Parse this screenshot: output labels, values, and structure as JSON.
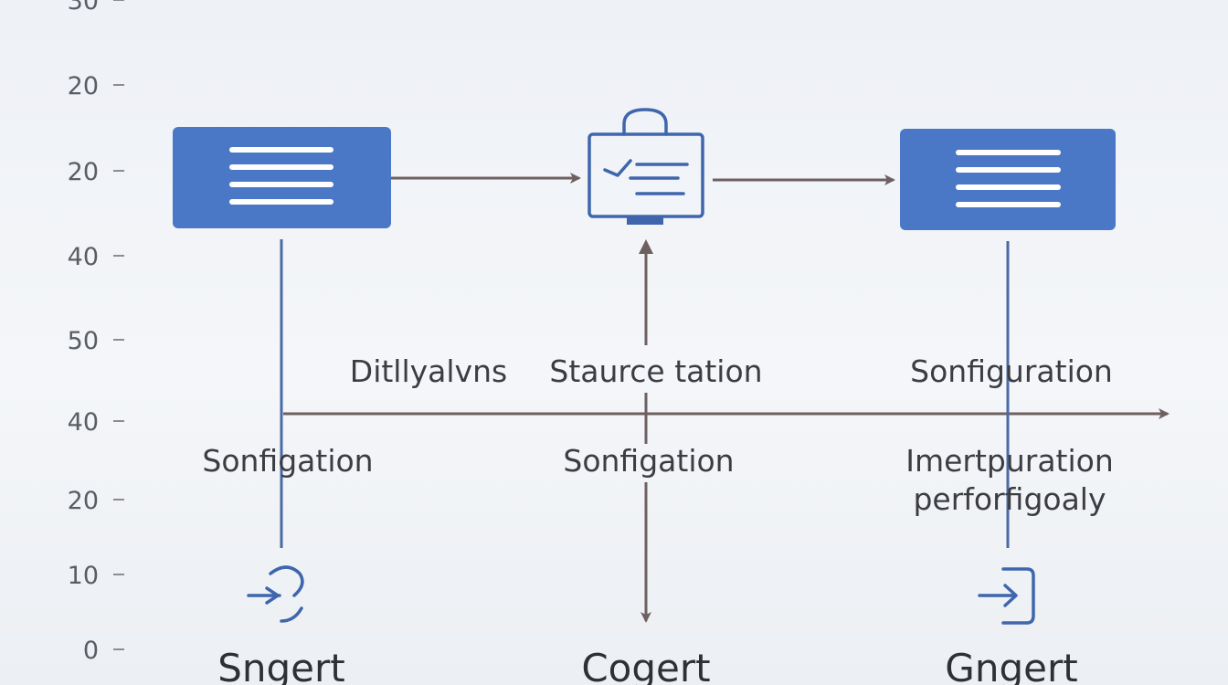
{
  "axis": {
    "ticks": [
      "30",
      "20",
      "20",
      "40",
      "50",
      "40",
      "20",
      "10",
      "0"
    ]
  },
  "columns": [
    {
      "node_icon": "document-icon",
      "row1_label": "Ditllyalvns",
      "row2_label": "Sonfigation",
      "bottom_icon": "undo-icon",
      "bottom_label": "Sngert"
    },
    {
      "node_icon": "briefcase-icon",
      "row1_label": "Staurce  tation",
      "row2_label": "Sonfigation",
      "bottom_icon": "",
      "bottom_label": "Cogert"
    },
    {
      "node_icon": "document-icon",
      "row1_label": "Sonfiguration",
      "row2_label": "Imertpuration",
      "row3_label": "perforfigoaly",
      "bottom_icon": "login-icon",
      "bottom_label": "Gngert"
    }
  ],
  "colors": {
    "node_fill": "#4a78c6",
    "icon_stroke": "#3f66ad",
    "arrow": "#6e6060"
  }
}
